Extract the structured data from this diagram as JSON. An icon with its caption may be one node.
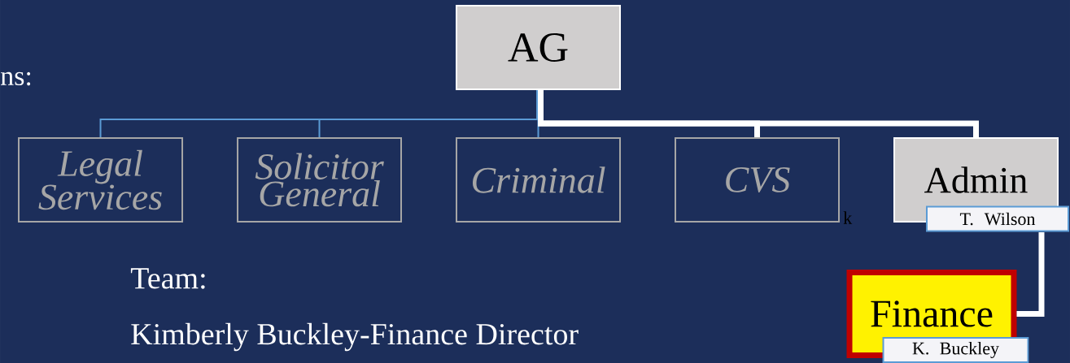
{
  "diagram": {
    "nodes": [
      {
        "text": [
          "AG"
        ]
      },
      {
        "text": [
          "Legal Services"
        ]
      },
      {
        "text": [
          "Solicitor General"
        ]
      },
      {
        "text": [
          "Criminal"
        ]
      },
      {
        "text": [
          "CVS"
        ]
      },
      {
        "text": [
          "Admin"
        ]
      },
      {
        "text": [
          "T. Wilson"
        ]
      },
      {
        "text": [
          "Finance"
        ]
      },
      {
        "text": [
          "K. Buckley"
        ]
      }
    ],
    "edges": [
      {
        "from": 0,
        "to": 1,
        "arrow": "none"
      },
      {
        "from": 0,
        "to": 2,
        "arrow": "none"
      },
      {
        "from": 0,
        "to": 3,
        "arrow": "none"
      },
      {
        "from": 0,
        "to": 4,
        "arrow": "none",
        "style": "thick",
        "color": "#ffffff"
      },
      {
        "from": 0,
        "to": 5,
        "arrow": "none",
        "style": "thick",
        "color": "#ffffff"
      },
      {
        "from": 5,
        "to": 7,
        "arrow": "none",
        "style": "thick",
        "color": "#ffffff"
      }
    ],
    "labels": [
      "ns:",
      "k",
      "Team:",
      "Kimberly Buckley-Finance Director"
    ]
  }
}
